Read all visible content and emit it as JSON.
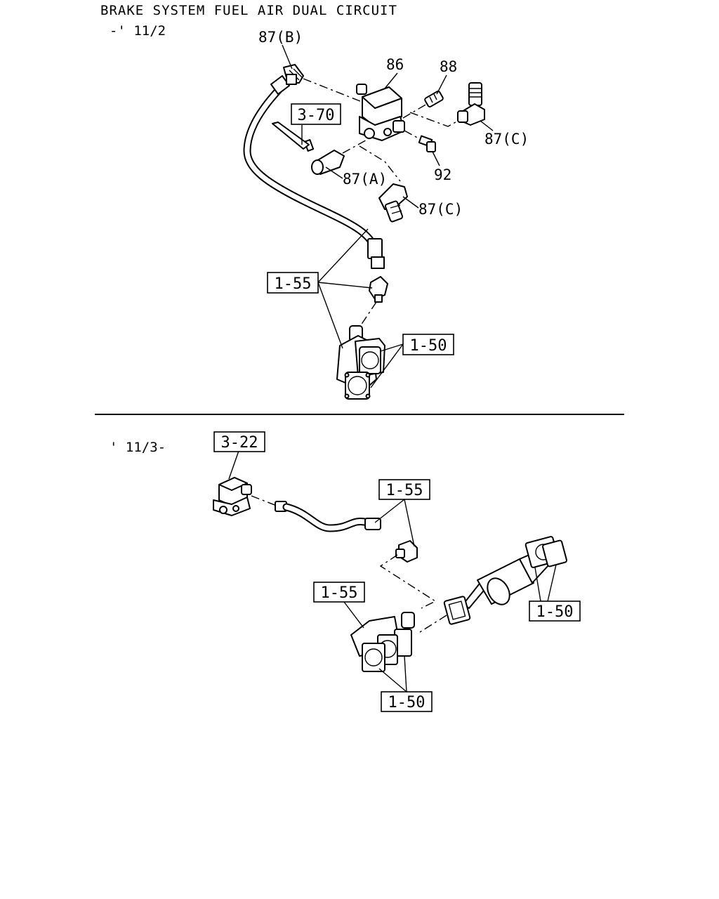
{
  "header": {
    "title": "BRAKE SYSTEM FUEL AIR DUAL CIRCUIT",
    "range_before": "-' 11/2",
    "range_after": "' 11/3-"
  },
  "upper": {
    "callouts": {
      "p87b": "87(B)",
      "p86": "86",
      "p88": "88",
      "p87c_right": "87(C)",
      "p87a": "87(A)",
      "p92": "92",
      "p87c_lower": "87(C)"
    },
    "refs": {
      "r370": "3-70",
      "r155": "1-55",
      "r150": "1-50"
    }
  },
  "lower": {
    "refs": {
      "r322": "3-22",
      "r155_top": "1-55",
      "r155_mid": "1-55",
      "r150_right": "1-50",
      "r150_bottom": "1-50"
    }
  }
}
